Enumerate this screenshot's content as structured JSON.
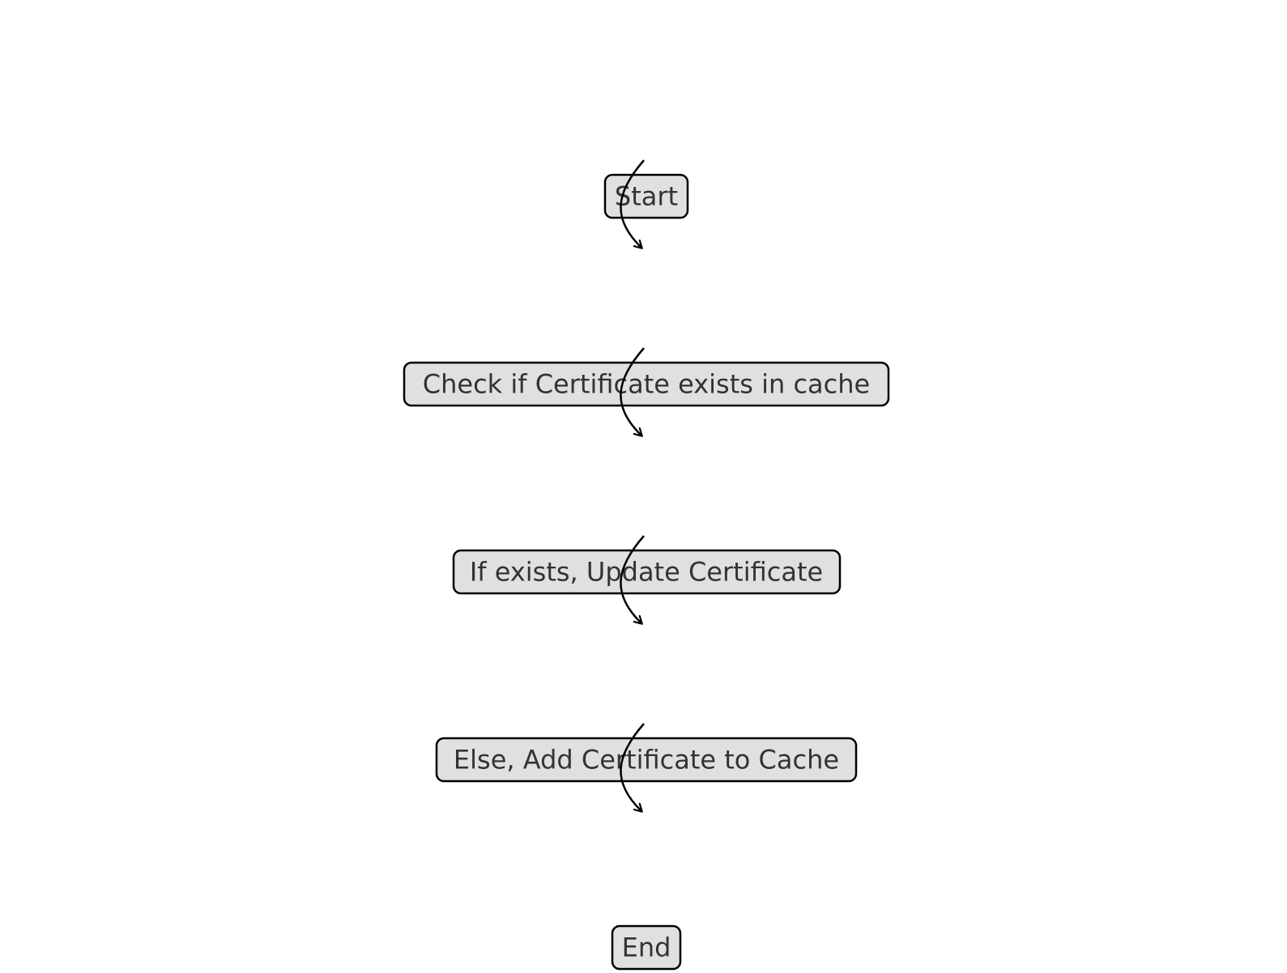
{
  "flowchart": {
    "colors": {
      "node_fill": "#e0e0e0",
      "node_border": "#000000",
      "text": "#333333",
      "arrow": "#000000",
      "background": "#ffffff"
    },
    "steps": [
      {
        "id": "start",
        "label": "Start"
      },
      {
        "id": "check",
        "label": "Check if Certificate exists in cache"
      },
      {
        "id": "update",
        "label": "If exists, Update Certificate"
      },
      {
        "id": "add",
        "label": "Else, Add Certificate to Cache"
      },
      {
        "id": "end",
        "label": "End"
      }
    ],
    "edges": [
      {
        "from": "start",
        "to": "check"
      },
      {
        "from": "check",
        "to": "update"
      },
      {
        "from": "update",
        "to": "add"
      },
      {
        "from": "add",
        "to": "end"
      }
    ]
  }
}
